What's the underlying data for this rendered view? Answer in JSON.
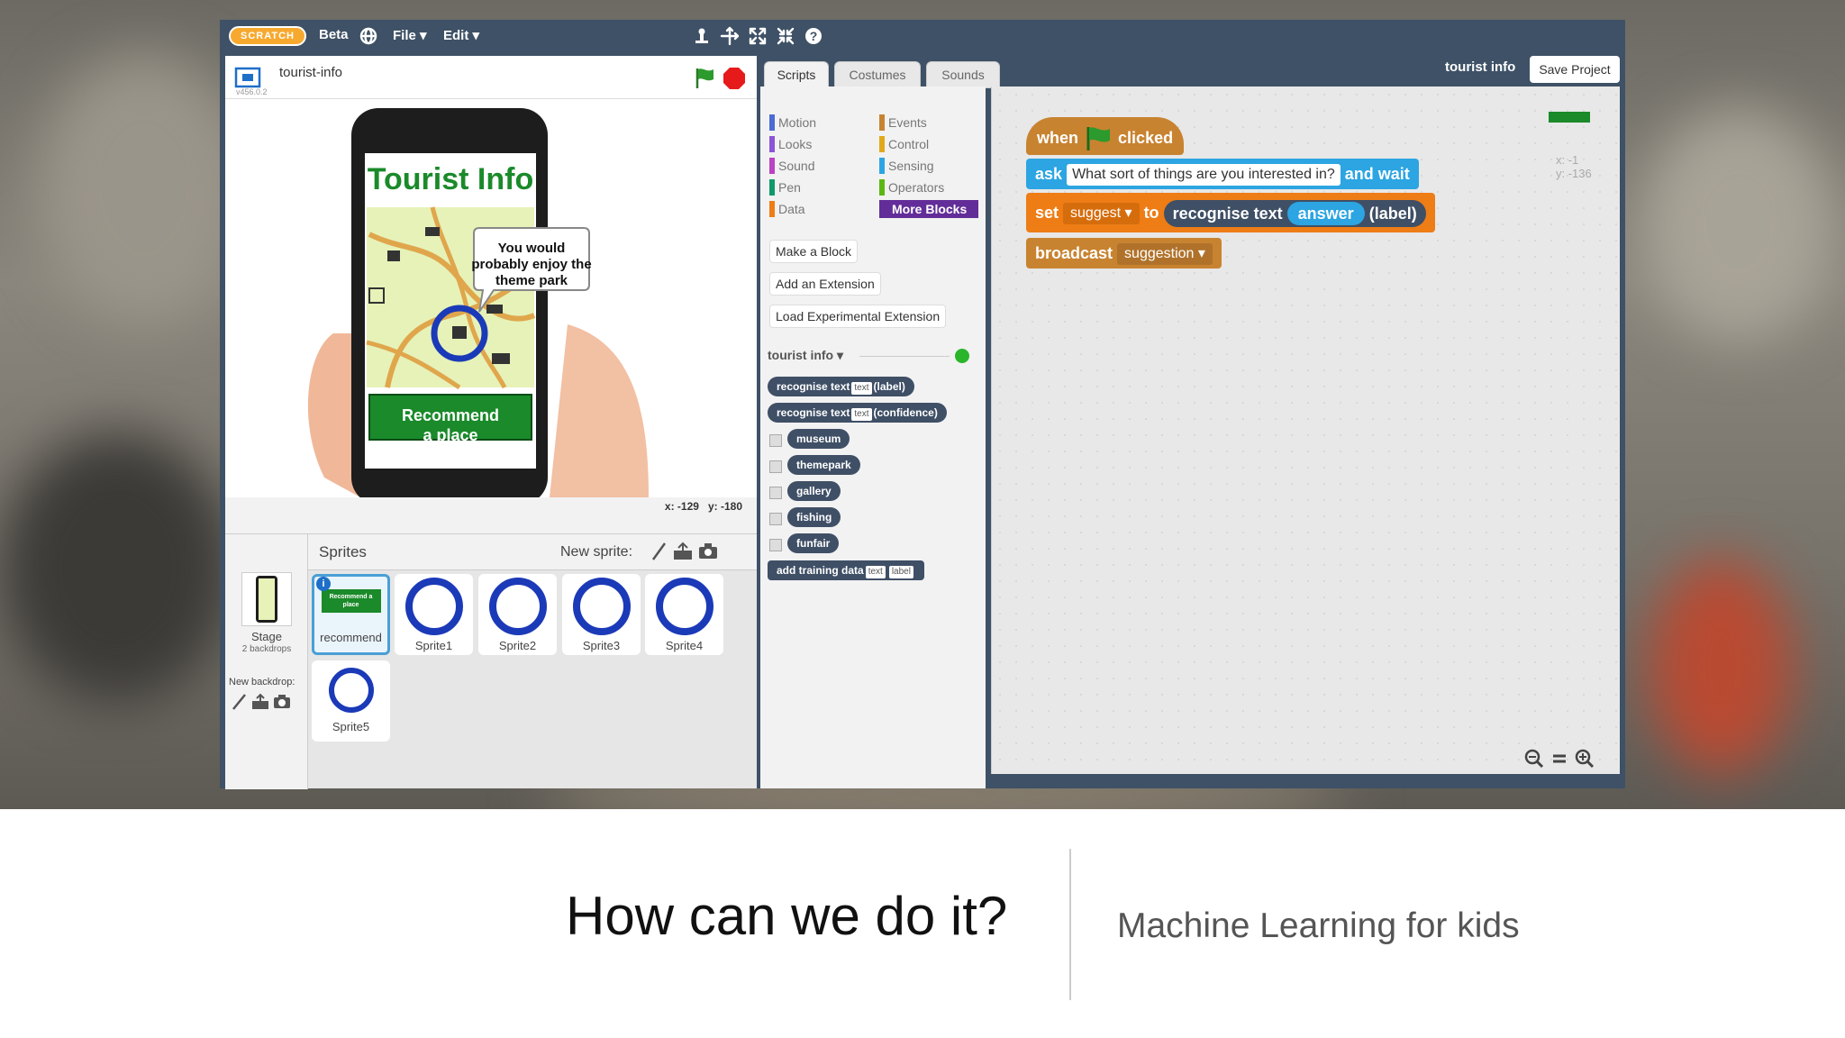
{
  "menubar": {
    "logo": "SCRATCH",
    "beta": "Beta",
    "file": "File ▾",
    "edit": "Edit ▾"
  },
  "stage": {
    "project_name": "tourist-info",
    "version": "v456.0.2",
    "scene_title": "Tourist Info",
    "speech": "You would probably enjoy the theme park",
    "recommend_line1": "Recommend",
    "recommend_line2": "a place",
    "coords_x": "x: -129",
    "coords_y": "y: -180"
  },
  "sprites": {
    "header": "Sprites",
    "new_sprite": "New sprite:",
    "stage_label": "Stage",
    "stage_sub": "2 backdrops",
    "new_backdrop": "New backdrop:",
    "thumb_text": "Recommend a place",
    "items": [
      "recommend",
      "Sprite1",
      "Sprite2",
      "Sprite3",
      "Sprite4",
      "Sprite5"
    ]
  },
  "tabs": [
    "Scripts",
    "Costumes",
    "Sounds"
  ],
  "header_right": {
    "sprite_name": "tourist info",
    "save": "Save Project"
  },
  "palette": {
    "categories_left": [
      {
        "label": "Motion",
        "color": "#4a6cd4"
      },
      {
        "label": "Looks",
        "color": "#8a55d7"
      },
      {
        "label": "Sound",
        "color": "#bb42c3"
      },
      {
        "label": "Pen",
        "color": "#0e9a6c"
      },
      {
        "label": "Data",
        "color": "#ee7d16"
      }
    ],
    "categories_right": [
      {
        "label": "Events",
        "color": "#c88330"
      },
      {
        "label": "Control",
        "color": "#e1a91a"
      },
      {
        "label": "Sensing",
        "color": "#2ca5e2"
      },
      {
        "label": "Operators",
        "color": "#5cb712"
      },
      {
        "label": "More Blocks",
        "color": "#632d99"
      }
    ],
    "make_block": "Make a Block",
    "add_extension": "Add an Extension",
    "load_experimental": "Load Experimental Extension",
    "extension_name": "tourist info ▾",
    "reporters": [
      {
        "pre": "recognise  text",
        "slot": "text",
        "post": "(label)"
      },
      {
        "pre": "recognise  text",
        "slot": "text",
        "post": "(confidence)"
      }
    ],
    "labels": [
      "museum",
      "themepark",
      "gallery",
      "fishing",
      "funfair"
    ],
    "add_block": {
      "pre": "add  training  data",
      "slot1": "text",
      "slot2": "label"
    }
  },
  "script": {
    "hat_when": "when",
    "hat_clicked": "clicked",
    "ask": "ask",
    "ask_text": "What sort of things are you interested in?",
    "and_wait": "and  wait",
    "set": "set",
    "set_var": "suggest ▾",
    "to": "to",
    "recognise": "recognise  text",
    "answer": "answer",
    "label": "(label)",
    "broadcast": "broadcast",
    "broadcast_msg": "suggestion ▾",
    "mini_x": "x: -1",
    "mini_y": "y: -136"
  },
  "slide": {
    "title": "How can we do it?",
    "subtitle": "Machine Learning for kids"
  }
}
